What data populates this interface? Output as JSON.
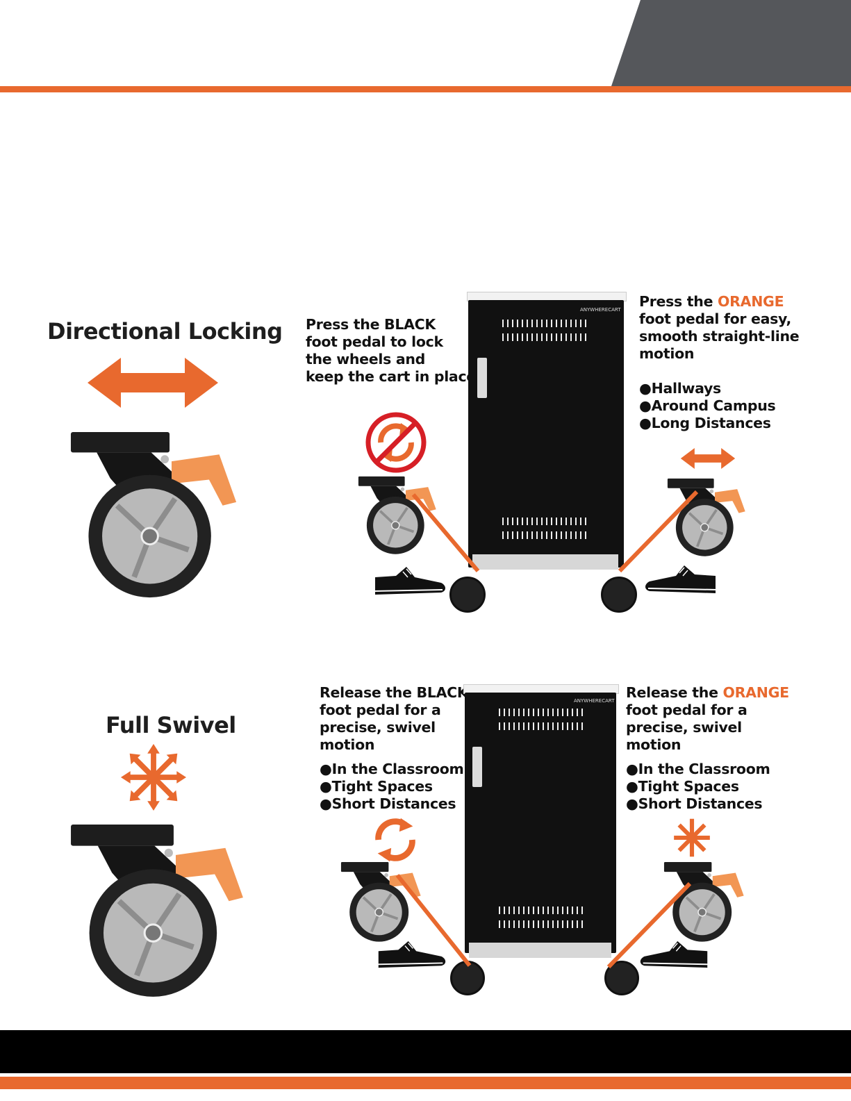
{
  "colors": {
    "accent": "#e8692e",
    "dark_panel": "#55575b",
    "cart_body": "#111111",
    "footer": "#000000"
  },
  "section1": {
    "title": "Directional Locking",
    "left_note": [
      "Press the BLACK",
      "foot pedal to lock",
      "the wheels and",
      "keep the cart in place"
    ],
    "right_note": {
      "prefix": "Press the ",
      "highlight": "ORANGE",
      "lines": [
        "foot pedal for easy,",
        "smooth straight-line",
        "motion"
      ]
    },
    "bullets": [
      "Hallways",
      "Around Campus",
      "Long Distances"
    ]
  },
  "section2": {
    "title": "Full Swivel",
    "left_note": {
      "lines": [
        "Release the BLACK",
        "foot pedal for a",
        "precise, swivel",
        "motion"
      ],
      "bullets": [
        "In the Classroom",
        "Tight Spaces",
        "Short Distances"
      ]
    },
    "right_note": {
      "prefix": "Release the ",
      "highlight": "ORANGE",
      "lines": [
        "foot pedal for a",
        "precise, swivel",
        "motion"
      ],
      "bullets": [
        "In the Classroom",
        "Tight Spaces",
        "Short Distances"
      ]
    }
  },
  "icons": {
    "arrow": "double-arrow-icon",
    "burst": "eight-way-arrow-icon",
    "rotate": "rotate-arrows-icon",
    "prohibited": "no-rotation-icon",
    "shoe": "shoe-icon",
    "caster": "caster-wheel-icon",
    "cart": "charging-cart-icon"
  },
  "cart": {
    "brand": "ANYWHERECART"
  }
}
